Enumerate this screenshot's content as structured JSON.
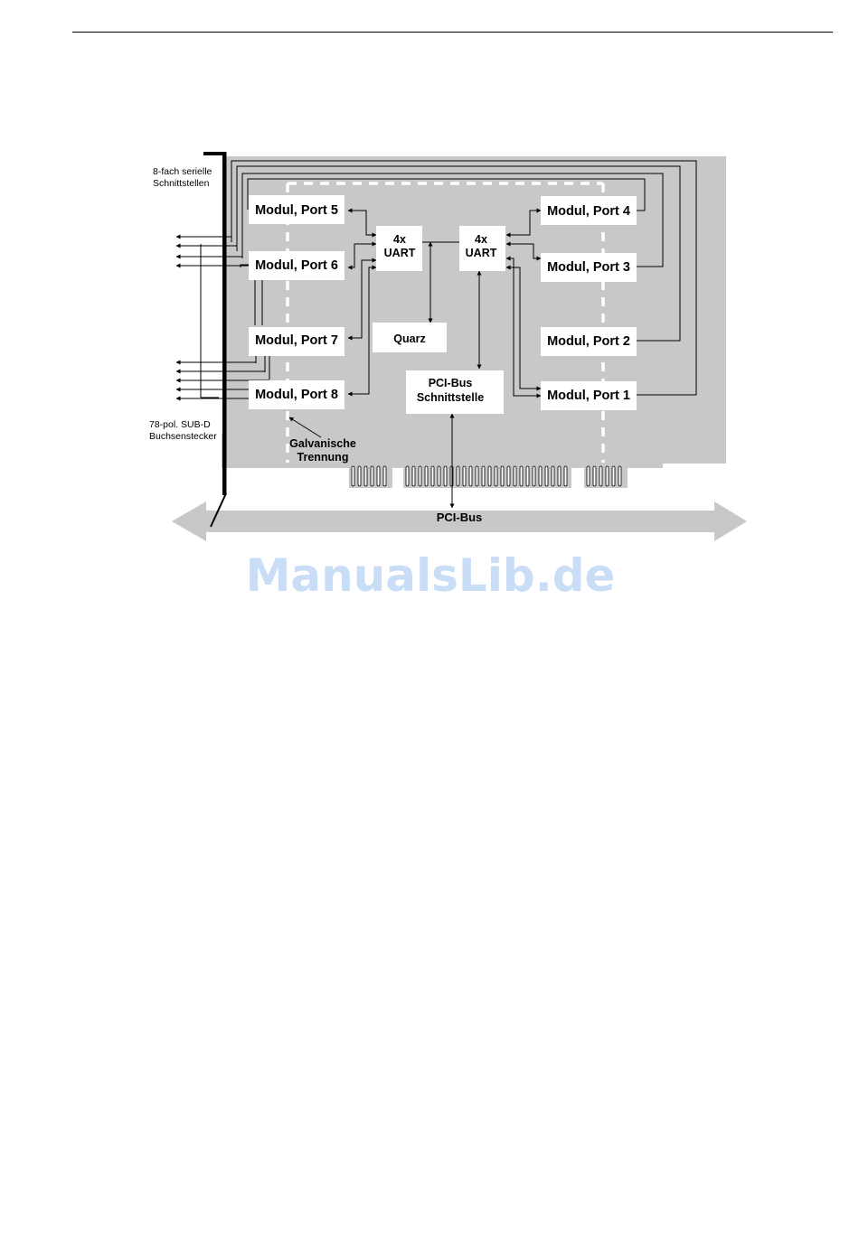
{
  "labels": {
    "serial_ports": [
      "8-fach serielle",
      "Schnittstellen"
    ],
    "connector": [
      "78-pol. SUB-D",
      "Buchsenstecker"
    ],
    "isolation": [
      "Galvanische",
      "Trennung"
    ],
    "pci_bus": "PCI-Bus"
  },
  "modules": {
    "port5": "Modul, Port 5",
    "port6": "Modul, Port 6",
    "port7": "Modul, Port 7",
    "port8": "Modul, Port 8",
    "port4": "Modul, Port 4",
    "port3": "Modul, Port 3",
    "port2": "Modul, Port 2",
    "port1": "Modul, Port 1"
  },
  "chips": {
    "uart_left": [
      "4x",
      "UART"
    ],
    "uart_right": [
      "4x",
      "UART"
    ],
    "quarz": "Quarz",
    "pci_interface": [
      "PCI-Bus",
      "Schnittstelle"
    ]
  },
  "watermark": "ManualsLib.de"
}
